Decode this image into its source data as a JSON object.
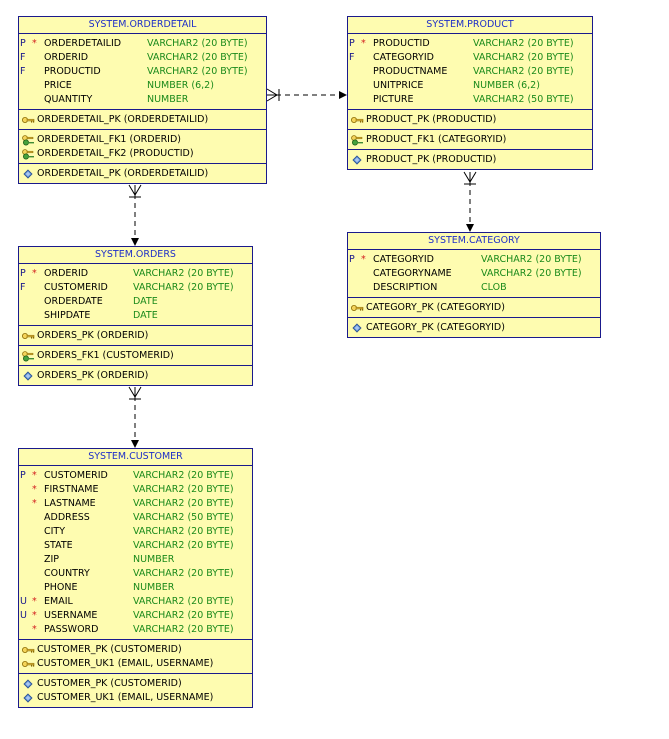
{
  "tables": [
    {
      "id": "orderdetail",
      "name": "SYSTEM.ORDERDETAIL",
      "columns": [
        {
          "flag": "P",
          "mand": "*",
          "name": "ORDERDETAILID",
          "type": "VARCHAR2 (20 BYTE)"
        },
        {
          "flag": "F",
          "mand": "",
          "name": "ORDERID",
          "type": "VARCHAR2 (20 BYTE)"
        },
        {
          "flag": "F",
          "mand": "",
          "name": "PRODUCTID",
          "type": "VARCHAR2 (20 BYTE)"
        },
        {
          "flag": "",
          "mand": "",
          "name": "PRICE",
          "type": "NUMBER (6,2)"
        },
        {
          "flag": "",
          "mand": "",
          "name": "QUANTITY",
          "type": "NUMBER"
        }
      ],
      "pks": [
        "ORDERDETAIL_PK (ORDERDETAILID)"
      ],
      "fks": [
        "ORDERDETAIL_FK1 (ORDERID)",
        "ORDERDETAIL_FK2 (PRODUCTID)"
      ],
      "indexes": [
        "ORDERDETAIL_PK (ORDERDETAILID)"
      ]
    },
    {
      "id": "product",
      "name": "SYSTEM.PRODUCT",
      "columns": [
        {
          "flag": "P",
          "mand": "*",
          "name": "PRODUCTID",
          "type": "VARCHAR2 (20 BYTE)"
        },
        {
          "flag": "F",
          "mand": "",
          "name": "CATEGORYID",
          "type": "VARCHAR2 (20 BYTE)"
        },
        {
          "flag": "",
          "mand": "",
          "name": "PRODUCTNAME",
          "type": "VARCHAR2 (20 BYTE)"
        },
        {
          "flag": "",
          "mand": "",
          "name": "UNITPRICE",
          "type": "NUMBER (6,2)"
        },
        {
          "flag": "",
          "mand": "",
          "name": "PICTURE",
          "type": "VARCHAR2 (50 BYTE)"
        }
      ],
      "pks": [
        "PRODUCT_PK (PRODUCTID)"
      ],
      "fks": [
        "PRODUCT_FK1 (CATEGORYID)"
      ],
      "indexes": [
        "PRODUCT_PK (PRODUCTID)"
      ]
    },
    {
      "id": "category",
      "name": "SYSTEM.CATEGORY",
      "columns": [
        {
          "flag": "P",
          "mand": "*",
          "name": "CATEGORYID",
          "type": "VARCHAR2 (20 BYTE)"
        },
        {
          "flag": "",
          "mand": "",
          "name": "CATEGORYNAME",
          "type": "VARCHAR2 (20 BYTE)"
        },
        {
          "flag": "",
          "mand": "",
          "name": "DESCRIPTION",
          "type": "CLOB"
        }
      ],
      "pks": [
        "CATEGORY_PK (CATEGORYID)"
      ],
      "fks": [],
      "indexes": [
        "CATEGORY_PK (CATEGORYID)"
      ]
    },
    {
      "id": "orders",
      "name": "SYSTEM.ORDERS",
      "columns": [
        {
          "flag": "P",
          "mand": "*",
          "name": "ORDERID",
          "type": "VARCHAR2 (20 BYTE)"
        },
        {
          "flag": "F",
          "mand": "",
          "name": "CUSTOMERID",
          "type": "VARCHAR2 (20 BYTE)"
        },
        {
          "flag": "",
          "mand": "",
          "name": "ORDERDATE",
          "type": "DATE"
        },
        {
          "flag": "",
          "mand": "",
          "name": "SHIPDATE",
          "type": "DATE"
        }
      ],
      "pks": [
        "ORDERS_PK (ORDERID)"
      ],
      "fks": [
        "ORDERS_FK1 (CUSTOMERID)"
      ],
      "indexes": [
        "ORDERS_PK (ORDERID)"
      ]
    },
    {
      "id": "customer",
      "name": "SYSTEM.CUSTOMER",
      "columns": [
        {
          "flag": "P",
          "mand": "*",
          "name": "CUSTOMERID",
          "type": "VARCHAR2 (20 BYTE)"
        },
        {
          "flag": "",
          "mand": "*",
          "name": "FIRSTNAME",
          "type": "VARCHAR2 (20 BYTE)"
        },
        {
          "flag": "",
          "mand": "*",
          "name": "LASTNAME",
          "type": "VARCHAR2 (20 BYTE)"
        },
        {
          "flag": "",
          "mand": "",
          "name": "ADDRESS",
          "type": "VARCHAR2 (50 BYTE)"
        },
        {
          "flag": "",
          "mand": "",
          "name": "CITY",
          "type": "VARCHAR2 (20 BYTE)"
        },
        {
          "flag": "",
          "mand": "",
          "name": "STATE",
          "type": "VARCHAR2 (20 BYTE)"
        },
        {
          "flag": "",
          "mand": "",
          "name": "ZIP",
          "type": "NUMBER"
        },
        {
          "flag": "",
          "mand": "",
          "name": "COUNTRY",
          "type": "VARCHAR2 (20 BYTE)"
        },
        {
          "flag": "",
          "mand": "",
          "name": "PHONE",
          "type": "NUMBER"
        },
        {
          "flag": "U",
          "mand": "*",
          "name": "EMAIL",
          "type": "VARCHAR2 (20 BYTE)"
        },
        {
          "flag": "U",
          "mand": "*",
          "name": "USERNAME",
          "type": "VARCHAR2 (20 BYTE)"
        },
        {
          "flag": "",
          "mand": "*",
          "name": "PASSWORD",
          "type": "VARCHAR2 (20 BYTE)"
        }
      ],
      "pks": [
        "CUSTOMER_PK (CUSTOMERID)",
        "CUSTOMER_UK1 (EMAIL, USERNAME)"
      ],
      "fks": [],
      "indexes": [
        "CUSTOMER_PK (CUSTOMERID)",
        "CUSTOMER_UK1 (EMAIL, USERNAME)"
      ]
    }
  ],
  "relationships": [
    {
      "from": "orderdetail",
      "to": "product"
    },
    {
      "from": "orderdetail",
      "to": "orders"
    },
    {
      "from": "product",
      "to": "category"
    },
    {
      "from": "orders",
      "to": "customer"
    }
  ],
  "colors": {
    "box_fill": "#fefcb0",
    "border": "#1a1a8c",
    "title_text": "#1f2fc8",
    "type_text": "#1b8a1b",
    "mandatory_star": "#d21e1e"
  }
}
